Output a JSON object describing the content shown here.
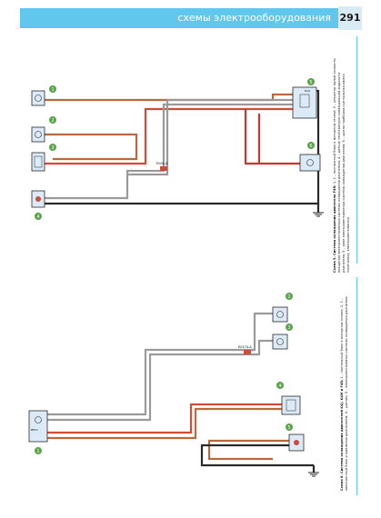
{
  "header": {
    "section_title": "схемы электрооборудования",
    "page_number": "291"
  },
  "diagram_top": {
    "caption_heading": "Схема 5. Система охлаждения двигателя F4R:",
    "caption_body": "1, 2 – монтажный блок в моторном отсеке; 3 – резистор малой скорости вращения электровентилятора системы охлаждения двигателя; 4 – датчик температуры охлаждающей жидкости двигателя; 5 – реле электровентилятора системы охлаждения двигателя; 6 – щиток приборов (сигнальная лампа перегрева);",
    "caption_body2": "электровентилятор",
    "markers": [
      "1",
      "2",
      "3",
      "4",
      "5",
      "6"
    ],
    "connector_label": "E001-A",
    "relay_label": "R1A",
    "wire_colors": [
      "#b86a3c",
      "#d24a3a",
      "#9a9a9a",
      "#2a2a2a"
    ]
  },
  "diagram_bottom": {
    "caption_heading": "Схема 6. Система охлаждения двигателей K4J, K4M и F4R:",
    "caption_body": "1 – монтажный блок в моторном отсеке; 2, 3 – электронный блок управления двигателем; 4 – датчик; 5 – электровентилятор системы охлаждения двигателя",
    "markers": [
      "1",
      "2",
      "3",
      "4",
      "5"
    ],
    "connector_label": "E0174-A",
    "block_label": "BP12",
    "wire_colors": [
      "#b86a3c",
      "#d24a3a",
      "#9a9a9a",
      "#2a2a2a"
    ]
  },
  "icons": [
    "ground-symbol-icon",
    "fan-motor-icon",
    "sensor-icon",
    "relay-icon",
    "resistor-icon",
    "lamp-icon"
  ]
}
